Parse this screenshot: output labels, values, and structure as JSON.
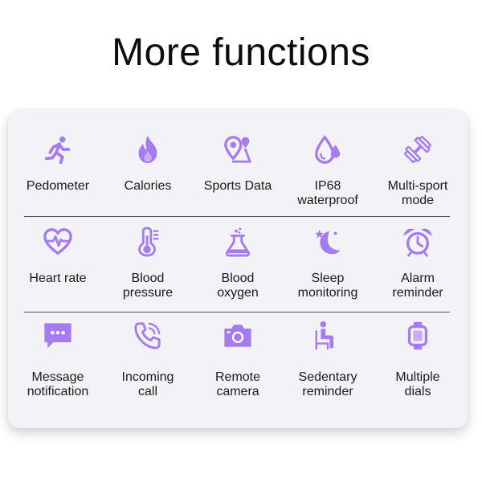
{
  "title": "More functions",
  "accent_color": "#a57bf2",
  "rows": [
    [
      {
        "icon": "running-person-icon",
        "line1": "Pedometer",
        "line2": ""
      },
      {
        "icon": "flame-icon",
        "line1": "Calories",
        "line2": ""
      },
      {
        "icon": "map-pin-icon",
        "line1": "Sports Data",
        "line2": ""
      },
      {
        "icon": "water-drops-icon",
        "line1": "IP68",
        "line2": "waterproof"
      },
      {
        "icon": "dumbbell-icon",
        "line1": "Multi-sport",
        "line2": "mode"
      }
    ],
    [
      {
        "icon": "heart-pulse-icon",
        "line1": "Heart rate",
        "line2": ""
      },
      {
        "icon": "thermometer-icon",
        "line1": "Blood",
        "line2": "pressure"
      },
      {
        "icon": "flask-icon",
        "line1": "Blood",
        "line2": "oxygen"
      },
      {
        "icon": "moon-star-icon",
        "line1": "Sleep",
        "line2": "monitoring"
      },
      {
        "icon": "alarm-clock-icon",
        "line1": "Alarm",
        "line2": "reminder"
      }
    ],
    [
      {
        "icon": "message-bubble-icon",
        "line1": "Message",
        "line2": "notification"
      },
      {
        "icon": "phone-call-icon",
        "line1": "Incoming",
        "line2": "call"
      },
      {
        "icon": "camera-icon",
        "line1": "Remote",
        "line2": "camera"
      },
      {
        "icon": "seated-person-icon",
        "line1": "Sedentary",
        "line2": "reminder"
      },
      {
        "icon": "smartwatch-icon",
        "line1": "Multiple",
        "line2": "dials"
      }
    ]
  ]
}
